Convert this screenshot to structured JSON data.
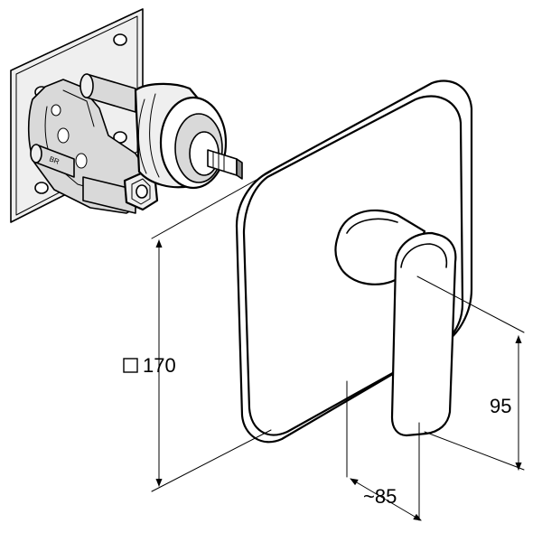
{
  "dimensions": {
    "plate": "170",
    "depth": "~85",
    "handle": "95"
  },
  "colors": {
    "line": "#000000",
    "part_shade": "#d9d9d9",
    "background": "#ffffff"
  },
  "icons": {
    "square_symbol": "square-dimension-symbol-icon"
  }
}
